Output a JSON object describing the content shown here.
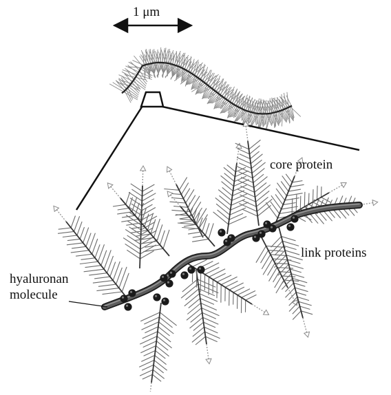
{
  "scale_bar": {
    "label": "1 μm"
  },
  "labels": {
    "core_protein": "core protein",
    "link_proteins": "link proteins",
    "hyaluronan_line1": "hyaluronan",
    "hyaluronan_line2": "molecule"
  },
  "colors": {
    "ink": "#111111",
    "bristle": "#6a6a6a",
    "hyaluronan_fill": "#5c5c5c",
    "link_protein": "#1a1a1a",
    "dotted_arrow": "#9a9a9a"
  }
}
